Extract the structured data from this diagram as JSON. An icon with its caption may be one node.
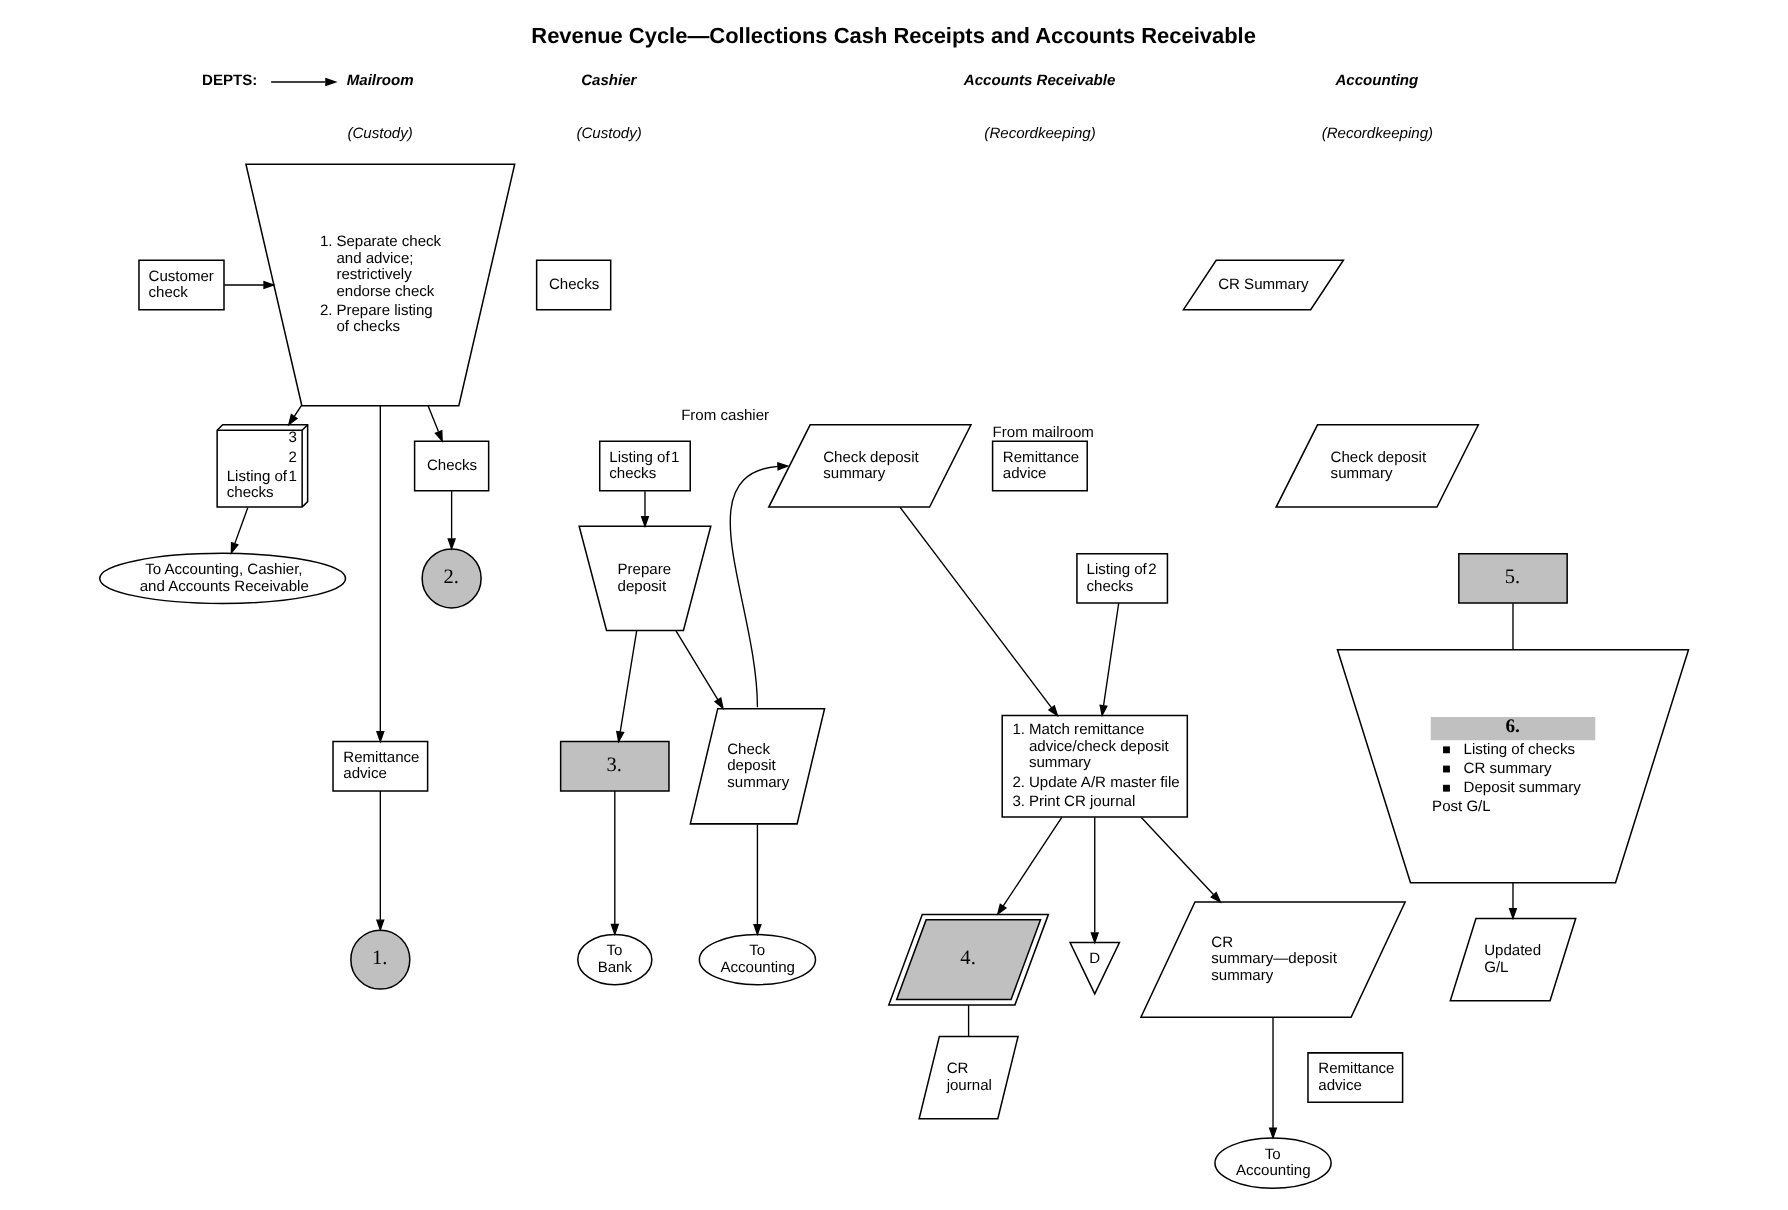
{
  "diagram": {
    "title": "Revenue Cycle—Collections Cash Receipts and Accounts Receivable",
    "nodes": [
      {
        "text": [
          "DEPTS:"
        ]
      },
      {
        "text": [
          "Mailroom"
        ]
      },
      {
        "text": [
          "Customer check"
        ]
      },
      {
        "text": [
          "1. Separate check and advice; restrictively endorse check",
          "2. Prepare listing of checks"
        ]
      },
      {
        "text": [
          "3",
          "2",
          "Listing of checks",
          "1"
        ]
      },
      {
        "text": [
          "To Accounting, Cashier, and Accounts Receivable"
        ]
      },
      {
        "text": [
          "Remittance advice"
        ]
      },
      {
        "text": [
          "1."
        ]
      },
      {
        "text": [
          "Checks"
        ]
      },
      {
        "text": [
          "2."
        ]
      },
      {
        "text": [
          "Checks"
        ]
      },
      {
        "text": [
          "Listing of checks",
          "1"
        ]
      },
      {
        "text": [
          "Prepare deposit"
        ]
      },
      {
        "text": [
          "3."
        ]
      },
      {
        "text": [
          "Check deposit summary"
        ]
      },
      {
        "text": [
          "To Bank"
        ]
      },
      {
        "text": [
          "To Accounting"
        ]
      },
      {
        "text": [
          "Check deposit summary"
        ],
        "beside": [
          "From cashier"
        ]
      },
      {
        "text": [
          "Remittance advice"
        ],
        "beside": [
          "From mailroom"
        ]
      },
      {
        "text": [
          "Listing of checks",
          "2"
        ]
      },
      {
        "text": [
          "1. Match remittance advice/check deposit summary",
          "2. Update A/R master file",
          "3. Print CR journal"
        ]
      },
      {
        "text": [
          "4."
        ]
      },
      {
        "text": [
          "CR journal"
        ]
      },
      {
        "text": [
          "D"
        ]
      },
      {
        "text": [
          "CR summary—deposit summary"
        ]
      },
      {
        "text": [
          "Remittance advice"
        ]
      },
      {
        "text": [
          "To Accounting"
        ]
      },
      {
        "text": [
          "CR Summary"
        ]
      },
      {
        "text": [
          "Check deposit summary"
        ]
      },
      {
        "text": [
          "5."
        ]
      },
      {
        "text": [
          "6.",
          "Listing of checks",
          "CR summary",
          "Deposit summary",
          "Post G/L"
        ]
      },
      {
        "text": [
          "Updated G/L"
        ]
      }
    ],
    "edges": [
      {
        "from": 0,
        "to": 1,
        "arrow": "to"
      },
      {
        "from": 2,
        "to": 3,
        "arrow": "to"
      },
      {
        "from": 3,
        "to": 4,
        "arrow": "to"
      },
      {
        "from": 3,
        "to": 6,
        "arrow": "to"
      },
      {
        "from": 3,
        "to": 8,
        "arrow": "to"
      },
      {
        "from": 4,
        "to": 5,
        "arrow": "to"
      },
      {
        "from": 6,
        "to": 7,
        "arrow": "to"
      },
      {
        "from": 8,
        "to": 9,
        "arrow": "to"
      },
      {
        "from": 11,
        "to": 12,
        "arrow": "to"
      },
      {
        "from": 12,
        "to": 13,
        "arrow": "to"
      },
      {
        "from": 12,
        "to": 14,
        "arrow": "to"
      },
      {
        "from": 13,
        "to": 15,
        "arrow": "to"
      },
      {
        "from": 14,
        "to": 16,
        "arrow": "to"
      },
      {
        "from": 14,
        "to": 17,
        "arrow": "to"
      },
      {
        "from": 17,
        "to": 20,
        "arrow": "to"
      },
      {
        "from": 19,
        "to": 20,
        "arrow": "to"
      },
      {
        "from": 20,
        "to": 21,
        "arrow": "to"
      },
      {
        "from": 20,
        "to": 23,
        "arrow": "to"
      },
      {
        "from": 20,
        "to": 24,
        "arrow": "to"
      },
      {
        "from": 21,
        "to": 22,
        "arrow": "none"
      },
      {
        "from": 24,
        "to": 26,
        "arrow": "to"
      },
      {
        "from": 29,
        "to": 30,
        "arrow": "none"
      },
      {
        "from": 30,
        "to": 31,
        "arrow": "to"
      }
    ],
    "labels": [
      "(Custody)",
      "Cashier",
      "(Custody)",
      "Accounts Receivable",
      "(Recordkeeping)",
      "Accounting",
      "(Recordkeeping)"
    ]
  }
}
